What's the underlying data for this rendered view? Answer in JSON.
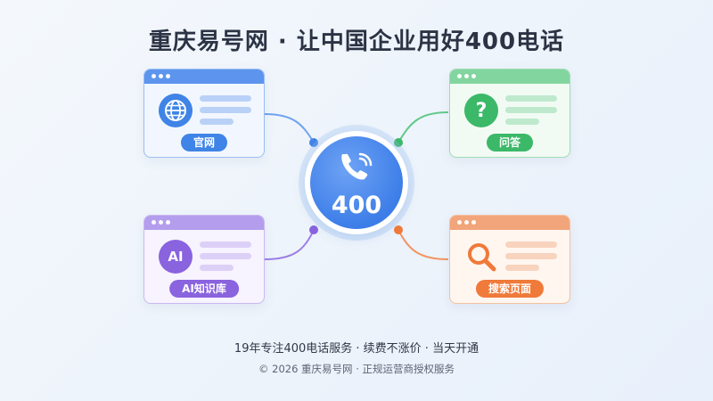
{
  "title": "重庆易号网 · 让中国企业用好400电话",
  "hub": {
    "label": "400",
    "icon": "phone-icon"
  },
  "cards": [
    {
      "key": "website",
      "label": "官网",
      "icon": "globe-icon",
      "accent": "#3f84e6"
    },
    {
      "key": "qa",
      "label": "问答",
      "icon": "question-icon",
      "icon_text": "?",
      "accent": "#3bb868"
    },
    {
      "key": "ai",
      "label": "AI知识库",
      "icon": "ai-brain-icon",
      "icon_text": "AI",
      "accent": "#8a63df"
    },
    {
      "key": "search",
      "label": "搜索页面",
      "icon": "magnifier-icon",
      "accent": "#f07a3a"
    }
  ],
  "tagline": "19年专注400电话服务 · 续费不涨价 · 当天开通",
  "footer": "© 2026 重庆易号网 · 正规运营商授权服务"
}
